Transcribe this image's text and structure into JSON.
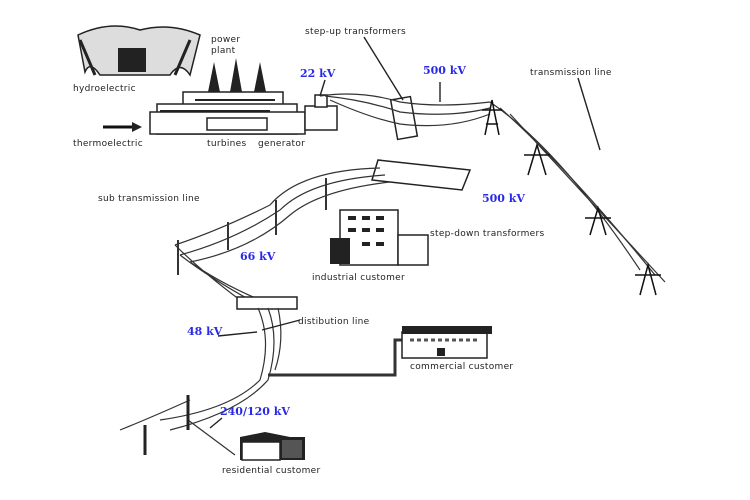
{
  "title": "Electric power generation, transmission and distribution",
  "labels": {
    "power_plant_1": "power",
    "power_plant_2": "plant",
    "hydroelectric": "hydroelectric",
    "thermoelectric": "thermoelectric",
    "turbines": "turbines",
    "generator": "generator",
    "step_up": "step-up transformers",
    "transmission_line": "transmission line",
    "sub_transmission_line": "sub transmission line",
    "step_down": "step-down transformers",
    "industrial": "industrial customer",
    "distribution_line": "distibution line",
    "commercial": "commercial customer",
    "residential": "residential customer"
  },
  "voltages": {
    "generator_out": "22 kV",
    "transmission_1": "500 kV",
    "transmission_2": "500 kV",
    "sub_transmission": "66 kV",
    "distribution": "48 kV",
    "residential": "240/120 kV"
  },
  "colors": {
    "voltage_text": "#2a2ae6",
    "line": "#222222"
  }
}
